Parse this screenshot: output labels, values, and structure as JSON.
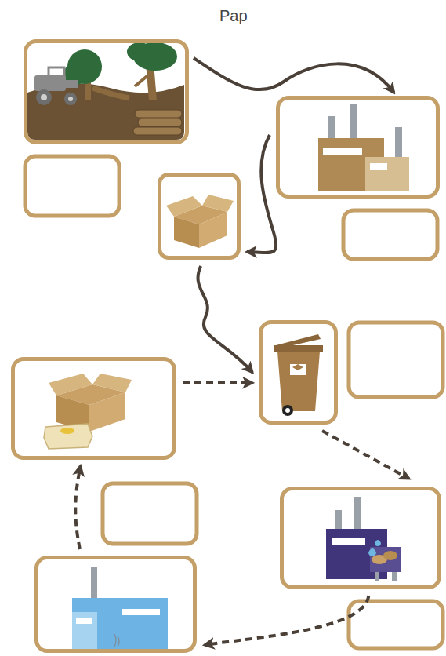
{
  "diagram": {
    "title": "Pap",
    "nodes": [
      {
        "text": []
      },
      {
        "text": []
      },
      {
        "text": []
      },
      {
        "text": []
      },
      {
        "text": []
      },
      {
        "text": []
      },
      {
        "text": []
      }
    ],
    "edges": [
      {
        "from": 0,
        "to": 1,
        "arrow": "to"
      },
      {
        "from": 1,
        "to": 2,
        "arrow": "to"
      },
      {
        "from": 2,
        "to": 3,
        "arrow": "to"
      },
      {
        "from": 4,
        "to": 3,
        "arrow": "to"
      },
      {
        "from": 3,
        "to": 5,
        "arrow": "to"
      },
      {
        "from": 5,
        "to": 6,
        "arrow": "to"
      },
      {
        "from": 6,
        "to": 4,
        "arrow": "to"
      }
    ]
  }
}
